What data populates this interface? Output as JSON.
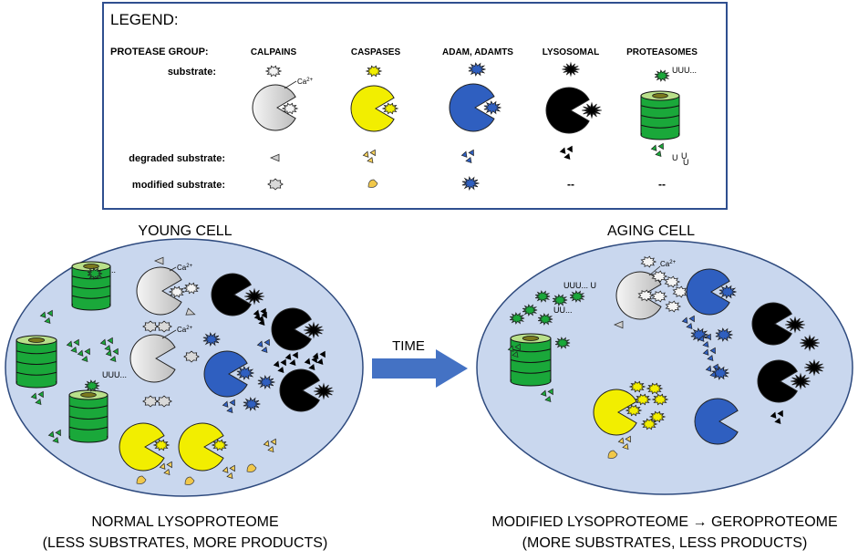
{
  "legend": {
    "title": "LEGEND:",
    "group_label": "PROTEASE GROUP:",
    "substrate_label": "substrate:",
    "degraded_label": "degraded substrate:",
    "modified_label": "modified substrate:",
    "groups": [
      "CALPAINS",
      "CASPASES",
      "ADAM, ADAMTS",
      "LYSOSOMAL",
      "PROTEASOMES"
    ],
    "dash": "--",
    "ubiquitin": "UUU...",
    "u_letter": "U",
    "calcium": "Ca",
    "calcium_charge": "2+"
  },
  "young": {
    "title": "YOUNG CELL",
    "caption_line1": "NORMAL LYSOPROTEOME",
    "caption_line2": "(LESS SUBSTRATES, MORE PRODUCTS)",
    "ubiquitin_1": "UUU...",
    "ubiquitin_2": "UUU..."
  },
  "aging": {
    "title": "AGING CELL",
    "caption_line1": "MODIFIED LYSOPROTEOME",
    "caption_arrow": "→",
    "caption_line1b": "GEROPROTEOME",
    "caption_line2": "(MORE SUBSTRATES, LESS PRODUCTS)",
    "ubiquitin_1": "UUU... U",
    "ubiquitin_2": "UU..."
  },
  "time_label": "TIME",
  "colors": {
    "calpain": "#d9d9d9",
    "caspase": "#f2ee00",
    "adam": "#2f5fc0",
    "lysosomal": "#000000",
    "proteasome": "#1aa83a",
    "cell_fill": "#c9d7ee",
    "cell_stroke": "#2e4a7e",
    "arrow": "#4472c4",
    "legend_border": "#2f4f8f"
  }
}
